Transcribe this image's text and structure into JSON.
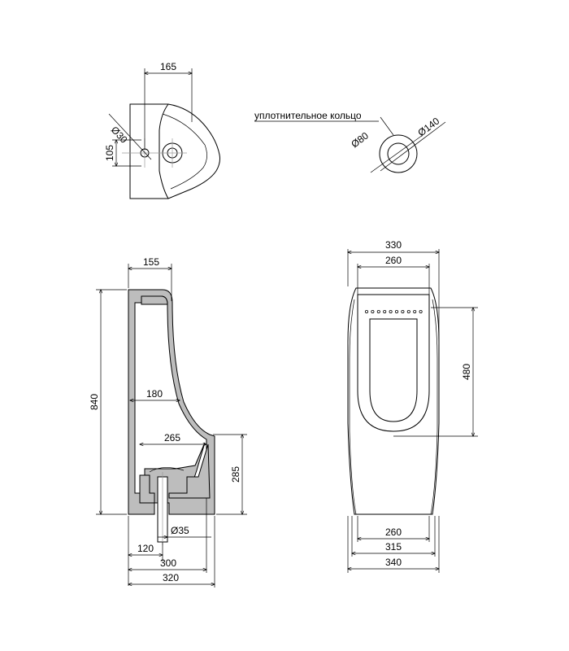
{
  "top_view": {
    "width_165": "165",
    "dia_30": "Ø30",
    "height_105": "105"
  },
  "ring_view": {
    "label": "уплотнительное кольцо",
    "dia_140": "Ø140",
    "dia_80": "Ø80"
  },
  "side_view": {
    "d155": "155",
    "d840": "840",
    "d180": "180",
    "d265": "265",
    "d285": "285",
    "d35": "Ø35",
    "d120": "120",
    "d300": "300",
    "d320": "320"
  },
  "front_view": {
    "d330": "330",
    "d260_top": "260",
    "d480": "480",
    "d260_bottom": "260",
    "d315": "315",
    "d340": "340"
  }
}
